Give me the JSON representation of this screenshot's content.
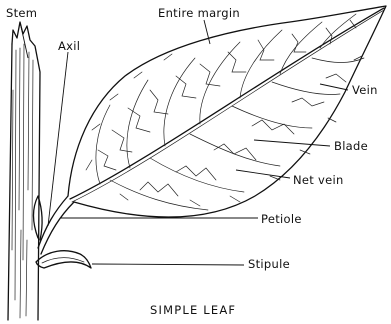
{
  "labels": {
    "stem": "Stem",
    "axil": "Axil",
    "entire_margin": "Entire margin",
    "vein": "Vein",
    "blade": "Blade",
    "net_vein": "Net vein",
    "petiole": "Petiole",
    "stipule": "Stipule"
  },
  "caption": "SIMPLE LEAF"
}
